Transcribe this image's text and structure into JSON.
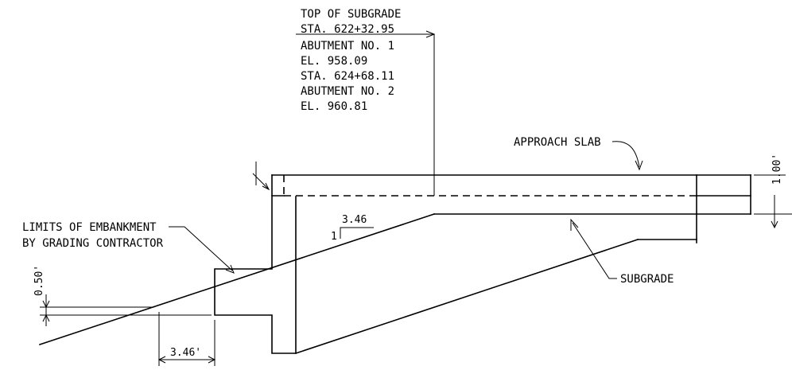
{
  "top_of_subgrade_note": {
    "lines": [
      "TOP OF SUBGRADE",
      "STA. 622+32.95",
      "ABUTMENT NO. 1",
      "EL. 958.09",
      "STA. 624+68.11",
      "ABUTMENT NO. 2",
      "EL. 960.81"
    ]
  },
  "labels": {
    "approach_slab": "APPROACH SLAB",
    "subgrade": "SUBGRADE",
    "limits_line1": "LIMITS OF EMBANKMENT",
    "limits_line2": "BY GRADING CONTRACTOR"
  },
  "slope": {
    "run": "3.46",
    "rise": "1"
  },
  "dimensions": {
    "slab_thickness": "1.00'",
    "offset_vertical": "0.50'",
    "offset_horizontal": "3.46'"
  }
}
